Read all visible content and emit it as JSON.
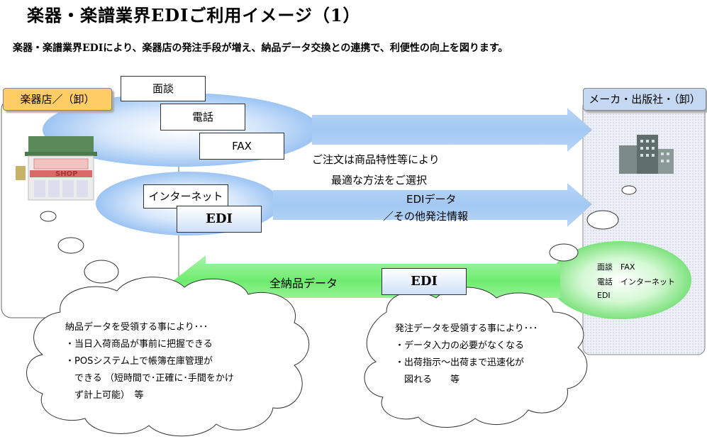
{
  "title": "楽器・楽譜業界EDIご利用イメージ（1）",
  "subtitle": "楽器・楽譜業界EDIにより、楽器店の発注手段が増え、納品データ交換との連携で、利便性の向上を図ります。",
  "store": {
    "label": "楽器店／（卸）",
    "shop_sign": "SHOP"
  },
  "maker": {
    "label": "メーカ・出版社・（卸）"
  },
  "order_methods": {
    "face": "面談",
    "phone": "電話",
    "fax": "FAX",
    "internet": "インターネット",
    "edi": "EDI"
  },
  "arrow1_caption": [
    "ご注文は商品特性等により",
    "最適な方法をご選択"
  ],
  "arrow2_caption": [
    "EDIデータ",
    "／その他発注情報"
  ],
  "return_arrow": {
    "label": "全納品データ",
    "edi": "EDI"
  },
  "maker_methods": {
    "line1": "面談　FAX",
    "line2": "電話　インターネット",
    "line3": "EDI"
  },
  "store_cloud": {
    "lines": [
      "納品データを受領する事により･･･",
      "・当日入荷商品が事前に把握できる",
      "・POSシステム上で帳簿在庫管理が",
      "　できる （短時間で･正確に･手間をかけ",
      "　ず計上可能）　等"
    ]
  },
  "maker_cloud": {
    "lines": [
      "発注データを受領する事により･･･",
      "・データ入力の必要がなくなる",
      "・出荷指示～出荷まで迅速化が",
      "　図れる　　等"
    ]
  },
  "colors": {
    "order_arrow": "#a9cdf5",
    "delivery_arrow": "#7df07d",
    "store_tag": "#ffcc66",
    "maker_tag": "#c5d8f2",
    "maker_panel": "#e4e4f4"
  }
}
